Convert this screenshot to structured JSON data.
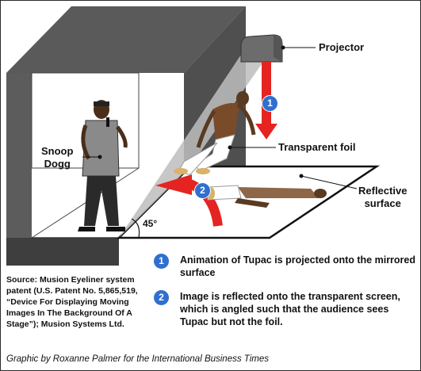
{
  "labels": {
    "projector": "Projector",
    "transparent_foil": "Transparent foil",
    "reflective_surface": "Reflective\nsurface",
    "snoop_dogg": "Snoop\nDogg",
    "angle": "45°"
  },
  "markers": {
    "one": "1",
    "two": "2"
  },
  "steps": [
    {
      "number": "1",
      "text": "Animation of Tupac is projected onto the mirrored surface"
    },
    {
      "number": "2",
      "text": "Image is reflected onto the transparent screen, which is angled such that the audience sees Tupac but not the foil."
    }
  ],
  "source": "Source: Musion Eyeliner system patent (U.S. Patent No. 5,865,519, “Device For Displaying Moving Images In The Background Of A Stage”); Musion Systems Ltd.",
  "credit": "Graphic by Roxanne Palmer for the International Business Times",
  "colors": {
    "wall": "#5a5a5a",
    "floor_edge": "#3e3e3e",
    "foil": "#bdbdbd",
    "arrow": "#e52421",
    "marker": "#2f6fcf"
  }
}
